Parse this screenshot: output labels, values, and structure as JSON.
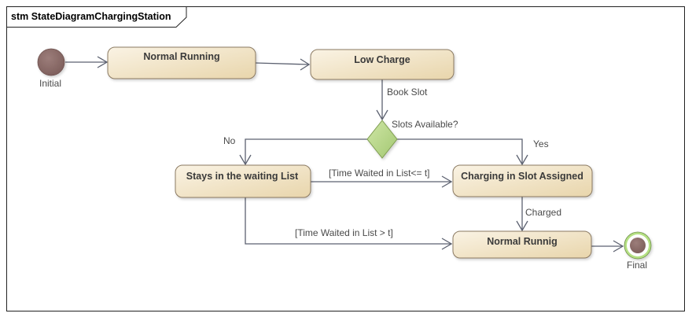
{
  "frame": {
    "title": "stm StateDiagramChargingStation"
  },
  "colors": {
    "state_fill_top": "#f8efdc",
    "state_fill_bottom": "#ead9b3",
    "state_stroke": "#8b7a62",
    "initial_fill": "#8f6f6c",
    "final_fill": "#8f6f6c",
    "final_ring": "#a8d978",
    "decision_fill": "#b9d98a",
    "decision_stroke": "#7e9c50",
    "edge": "#5c6170"
  },
  "pseudostates": {
    "initial": {
      "label": "Initial"
    },
    "final": {
      "label": "Final"
    },
    "decision": {
      "label": "Slots Available?"
    }
  },
  "states": {
    "normal_running": "Normal Running",
    "low_charge": "Low Charge",
    "waiting_list": "Stays in the waiting List",
    "charging_slot": "Charging in Slot Assigned",
    "normal_runnig": "Normal Runnig"
  },
  "transitions": {
    "book_slot": "Book Slot",
    "no": "No",
    "yes": "Yes",
    "time_le": "[Time Waited in List<= t]",
    "time_gt": "[Time Waited in List > t]",
    "charged": "Charged"
  }
}
